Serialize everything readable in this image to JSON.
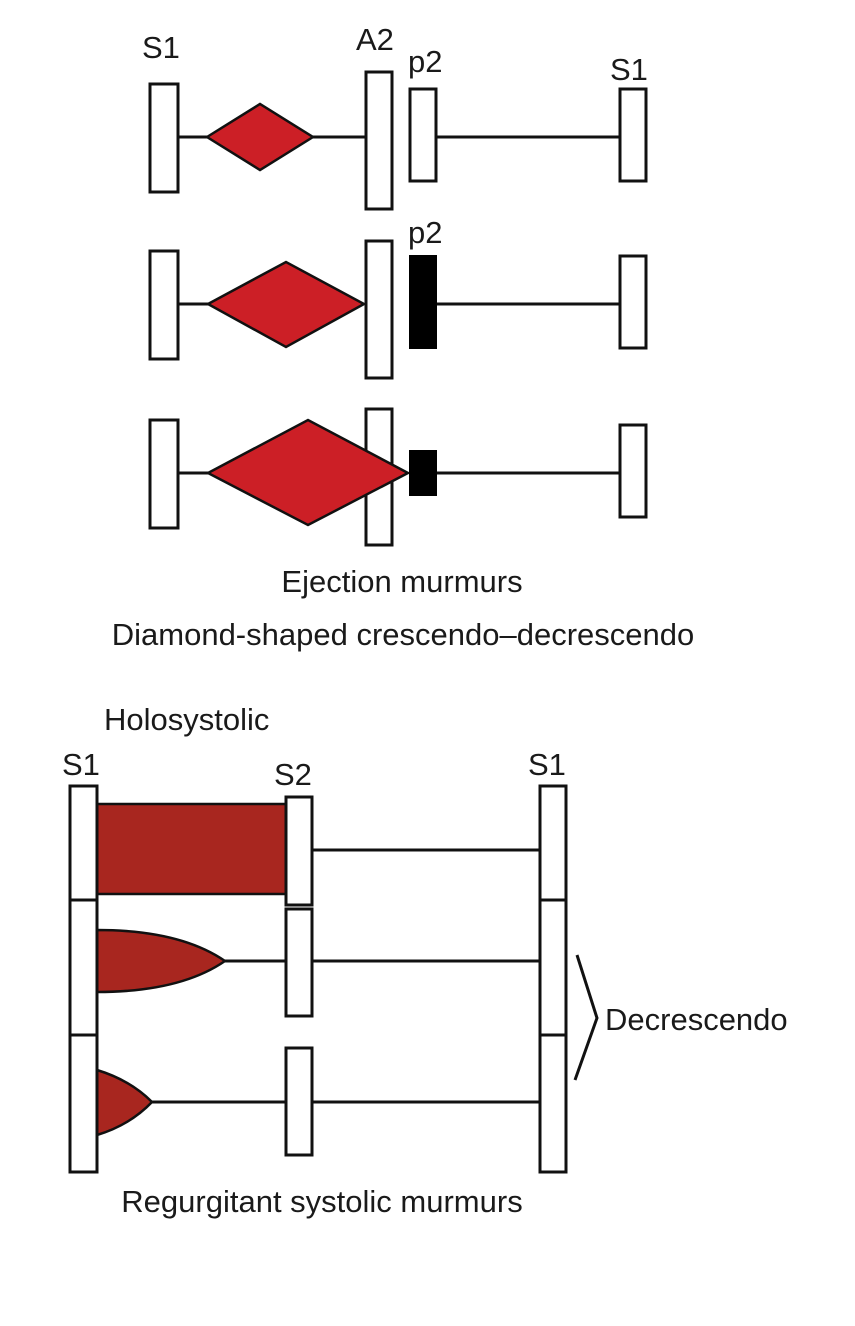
{
  "colors": {
    "ejection_fill": "#cc1f26",
    "regurgitant_fill": "#a8261f",
    "bar_fill": "#ffffff",
    "outline": "#111111",
    "closure_black": "#000000"
  },
  "ejection": {
    "labels": {
      "s1_left": "S1",
      "a2": "A2",
      "p2_row1": "p2",
      "s1_right": "S1",
      "p2_row2": "p2"
    },
    "caption_line1": "Ejection murmurs",
    "caption_line2": "Diamond-shaped crescendo–decrescendo"
  },
  "regurgitant": {
    "labels": {
      "holosystolic": "Holosystolic",
      "s1_left": "S1",
      "s2": "S2",
      "s1_right": "S1",
      "decrescendo": "Decrescendo"
    },
    "caption": "Regurgitant systolic murmurs"
  }
}
